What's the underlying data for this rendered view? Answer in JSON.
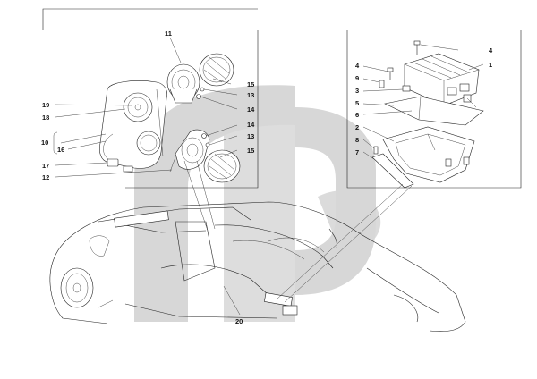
{
  "diagram": {
    "callouts_left": [
      {
        "id": "c11",
        "text": "11"
      },
      {
        "id": "c15a",
        "text": "15"
      },
      {
        "id": "c13a",
        "text": "13"
      },
      {
        "id": "c14a",
        "text": "14"
      },
      {
        "id": "c19",
        "text": "19"
      },
      {
        "id": "c18",
        "text": "18"
      },
      {
        "id": "c14b",
        "text": "14"
      },
      {
        "id": "c13b",
        "text": "13"
      },
      {
        "id": "c10",
        "text": "10"
      },
      {
        "id": "c16",
        "text": "16"
      },
      {
        "id": "c15b",
        "text": "15"
      },
      {
        "id": "c17",
        "text": "17"
      },
      {
        "id": "c12",
        "text": "12"
      }
    ],
    "callouts_right": [
      {
        "id": "c4a",
        "text": "4"
      },
      {
        "id": "c1",
        "text": "1"
      },
      {
        "id": "c4b",
        "text": "4"
      },
      {
        "id": "c9",
        "text": "9"
      },
      {
        "id": "c3",
        "text": "3"
      },
      {
        "id": "c5",
        "text": "5"
      },
      {
        "id": "c6",
        "text": "6"
      },
      {
        "id": "c2",
        "text": "2"
      },
      {
        "id": "c8",
        "text": "8"
      },
      {
        "id": "c7",
        "text": "7"
      }
    ],
    "callout_car": {
      "id": "c20",
      "text": "20"
    },
    "colors": {
      "line": "#222222",
      "watermark": "#d7d7d7",
      "background": "#ffffff"
    }
  }
}
